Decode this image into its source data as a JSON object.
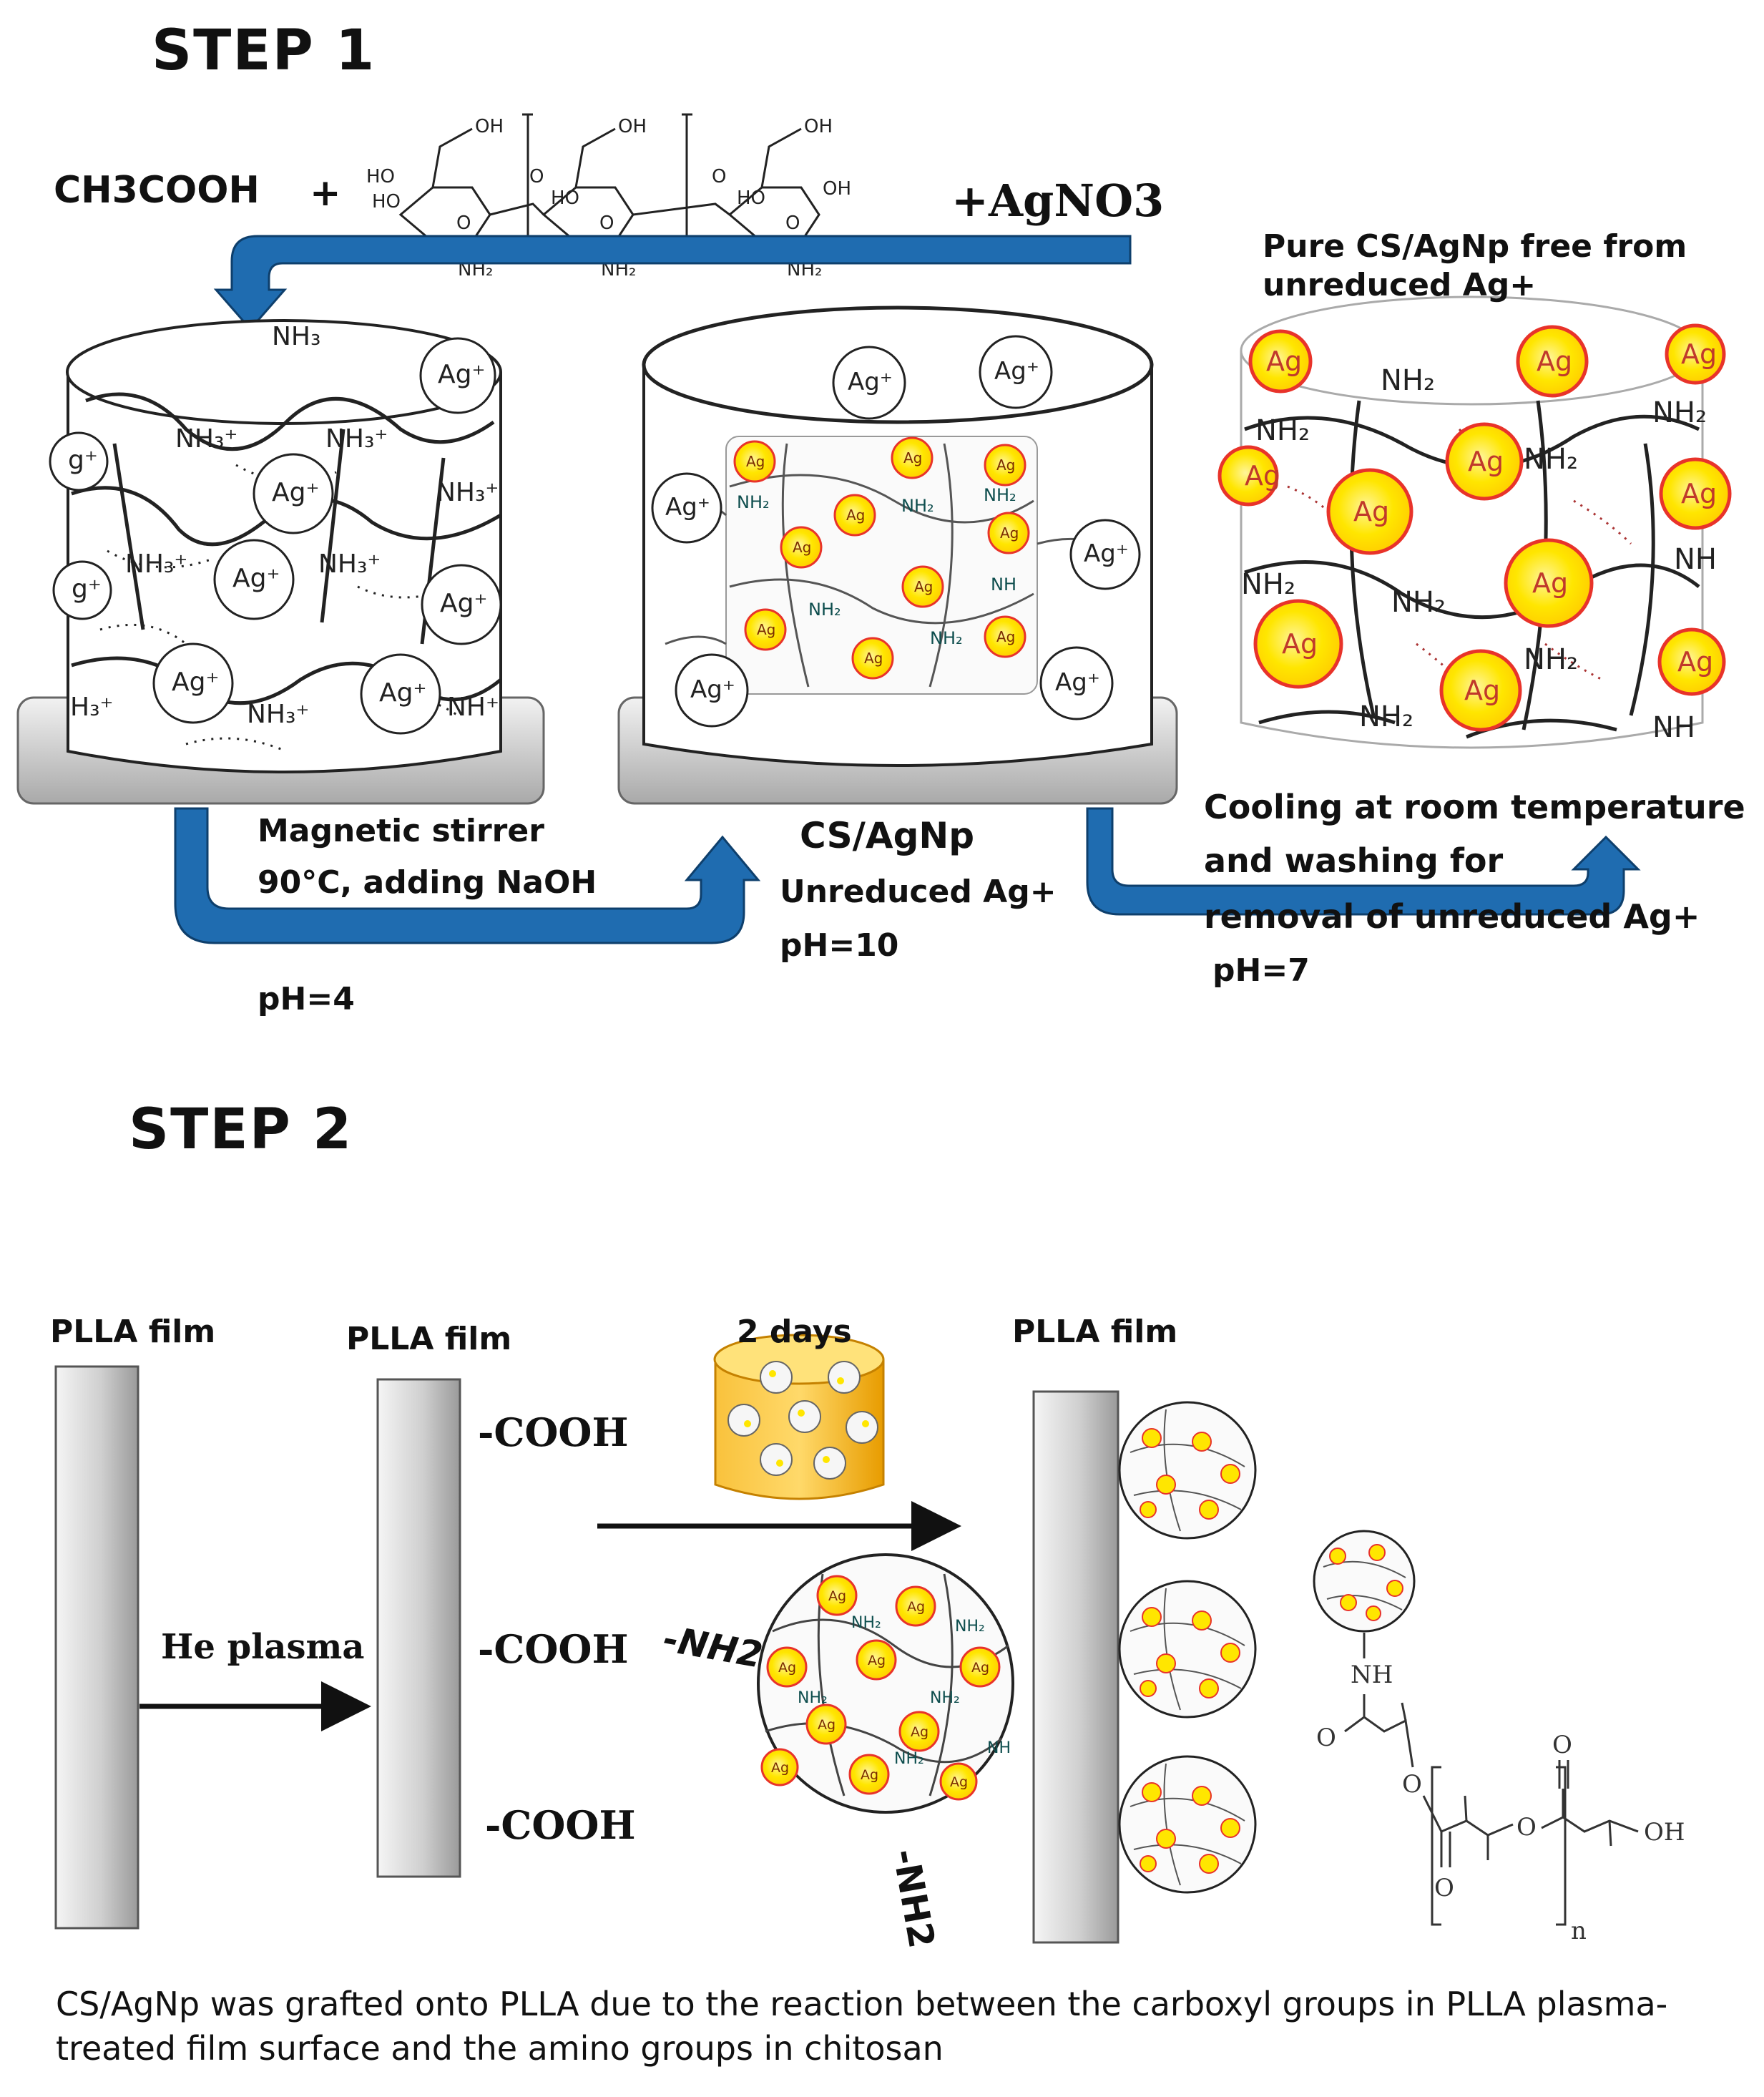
{
  "step1": {
    "title": "STEP 1",
    "reagent_acid": "CH3COOH",
    "plus": "+",
    "reagent_salt": "+AgNO3",
    "stirring_line1": "Magnetic stirrer",
    "stirring_line2": "90°C, adding NaOH",
    "ph_initial": "pH=4",
    "product_name": "CS/AgNp",
    "product_state": "Unreduced Ag+",
    "product_ph": "pH=10",
    "pure_label": "Pure CS/AgNp free from unreduced Ag+",
    "cooling_line1": "Cooling at room temperature",
    "cooling_line2": "and washing  for",
    "cooling_line3": "removal of unreduced Ag+",
    "final_ph": "pH=7"
  },
  "chitosan_labels": [
    "OH",
    "HO",
    "NH2",
    "O"
  ],
  "ion_labels": [
    "Ag+",
    "NH3+",
    "NH2",
    "Ag"
  ],
  "step2": {
    "title": "STEP 2",
    "film_label": "PLLA film",
    "plasma_label": "He plasma",
    "carboxyl": "-COOH",
    "amine": "-NH2",
    "duration": "2 days",
    "linkage_labels": [
      "NH",
      "O",
      "OH",
      "n"
    ]
  },
  "caption": "CS/AgNp was grafted onto PLLA due to the reaction between the carboxyl groups in PLLA plasma-treated film surface and the amino groups in chitosan",
  "colors": {
    "arrow_blue": "#1f6cb0",
    "ag_yellow": "#ffe600",
    "ag_red": "#e8332a",
    "film_gray": "#c9c9c9",
    "jar_orange": "#f7b500"
  }
}
